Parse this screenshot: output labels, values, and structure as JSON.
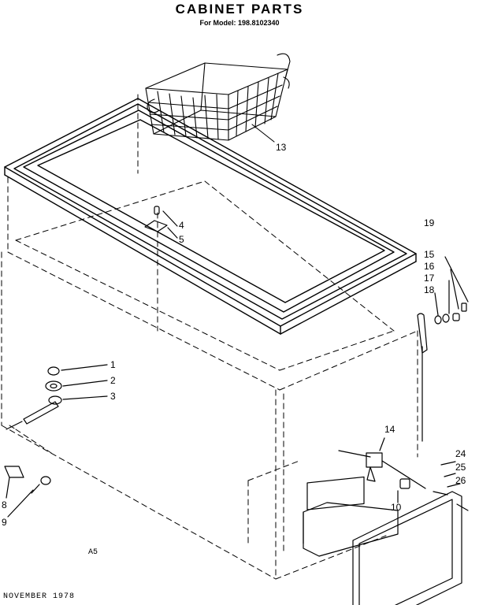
{
  "header": {
    "title": "CABINET PARTS",
    "subtitle": "For Model: 198.8102340"
  },
  "footer": {
    "date": "NOVEMBER 1978",
    "code": "A5"
  },
  "callouts": [
    "1",
    "2",
    "3",
    "4",
    "5",
    "8",
    "9",
    "10",
    "13",
    "14",
    "15",
    "16",
    "17",
    "18",
    "19",
    "24",
    "25",
    "26"
  ],
  "colors": {
    "ink": "#000000",
    "paper": "#ffffff"
  }
}
